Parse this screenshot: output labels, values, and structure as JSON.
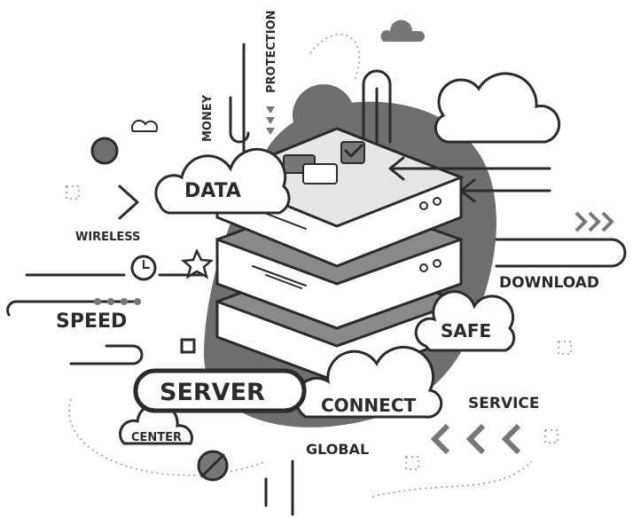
{
  "labels": {
    "money": "MONEY",
    "protection": "PROTECTION",
    "data": "DATA",
    "wireless": "WIRELESS",
    "speed": "SPEED",
    "download": "DOWNLOAD",
    "safe": "SAFE",
    "server": "SERVER",
    "connect": "CONNECT",
    "service": "SERVICE",
    "center": "CENTER",
    "global": "GLOBAL"
  },
  "colors": {
    "ink": "#2b2b2b",
    "blob": "#6e6e6e",
    "light_gray": "#bdbdbd",
    "background": "#ffffff"
  }
}
